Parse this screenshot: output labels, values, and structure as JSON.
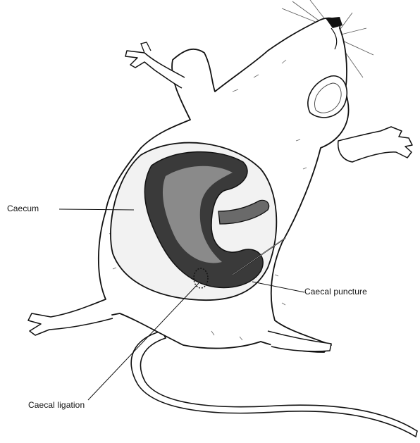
{
  "labels": {
    "caecum": "Caecum",
    "caecal_puncture": "Caecal puncture",
    "caecal_ligation": "Caecal ligation"
  },
  "colors": {
    "ink": "#111111",
    "fill": "#ffffff",
    "shade": "#3a3a3a",
    "mid": "#8a8a8a"
  }
}
